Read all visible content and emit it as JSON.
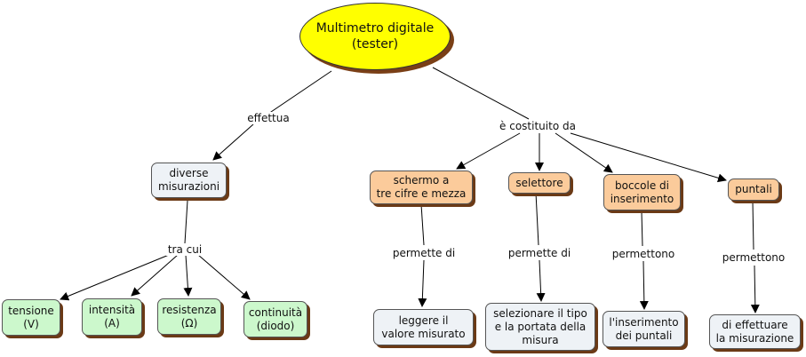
{
  "root": {
    "label": "Multimetro digitale\n(tester)"
  },
  "nodes": {
    "diverse": "diverse\nmisurazioni",
    "tensione": "tensione\n(V)",
    "intensita": "intensità\n(A)",
    "resistenza": "resistenza\n(Ω)",
    "continuita": "continuità\n(diodo)",
    "schermo": "schermo a\ntre cifre e mezza",
    "selettore": "selettore",
    "boccole": "boccole di\ninserimento",
    "puntali": "puntali",
    "leggere": "leggere il\nvalore misurato",
    "selezionare": "selezionare il tipo\ne la portata della\nmisura",
    "inserimento": "l'inserimento\ndei puntali",
    "effettuare": "di effettuare\nla misurazione"
  },
  "links": {
    "effettua": "effettua",
    "costituito": "è costituito da",
    "tra_cui": "tra cui",
    "permette1": "permette di",
    "permette2": "permette di",
    "permettono1": "permettono",
    "permettono2": "permettono"
  },
  "colors": {
    "root_fill": "#ffff00",
    "blue_node": "#eef2f6",
    "orange_node": "#fbcb9b",
    "green_node": "#ccf8cc",
    "shadow": "#6b3a16"
  }
}
